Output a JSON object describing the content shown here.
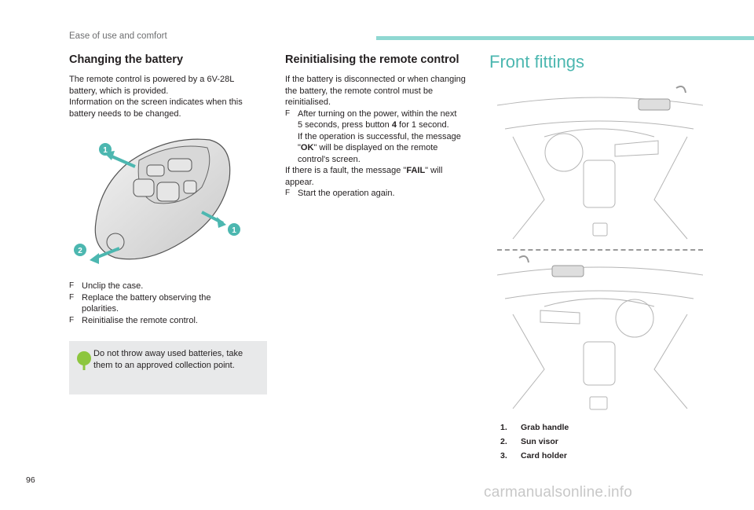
{
  "header": {
    "section": "Ease of use and comfort"
  },
  "battery": {
    "title": "Changing the battery",
    "intro_lines": [
      "The remote control is powered by a 6V-28L",
      "battery, which is provided.",
      "Information on the screen indicates when this",
      "battery needs to be changed."
    ],
    "callouts": [
      "1",
      "1",
      "2"
    ],
    "steps": [
      [
        "Unclip the case."
      ],
      [
        "Replace the battery observing the",
        "polarities."
      ],
      [
        "Reinitialise the remote control."
      ]
    ],
    "note_lines": [
      "Do not throw away used batteries, take",
      "them to an approved collection point."
    ]
  },
  "reinit": {
    "title": "Reinitialising the remote control",
    "intro_lines": [
      "If the battery is disconnected or when changing",
      "the battery, the remote control must be",
      "reinitialised."
    ],
    "step1": {
      "line1": "After turning on the power, within the next",
      "line2_pre": "5 seconds, press button ",
      "button": "4",
      "line2_post": " for 1 second.",
      "line3": "If the operation is successful, the message",
      "line4_pre": "\"",
      "ok": "OK",
      "line4_post": "\" will be displayed on the remote",
      "line5": "control's screen."
    },
    "fault_pre": "If there is a fault, the message \"",
    "fail": "FAIL",
    "fault_post": "\" will",
    "fault_line2": "appear.",
    "step2": "Start the operation again."
  },
  "front": {
    "title": "Front fittings",
    "legend": [
      {
        "num": "1.",
        "label": "Grab handle"
      },
      {
        "num": "2.",
        "label": "Sun visor"
      },
      {
        "num": "3.",
        "label": "Card holder"
      }
    ]
  },
  "page_number": "96",
  "watermark": "carmanualsonline.info",
  "colors": {
    "accent": "#4cb7b0",
    "header_bar": "#8fd8d2",
    "note_bg": "#e8e9ea",
    "leaf": "#8dc63f"
  }
}
